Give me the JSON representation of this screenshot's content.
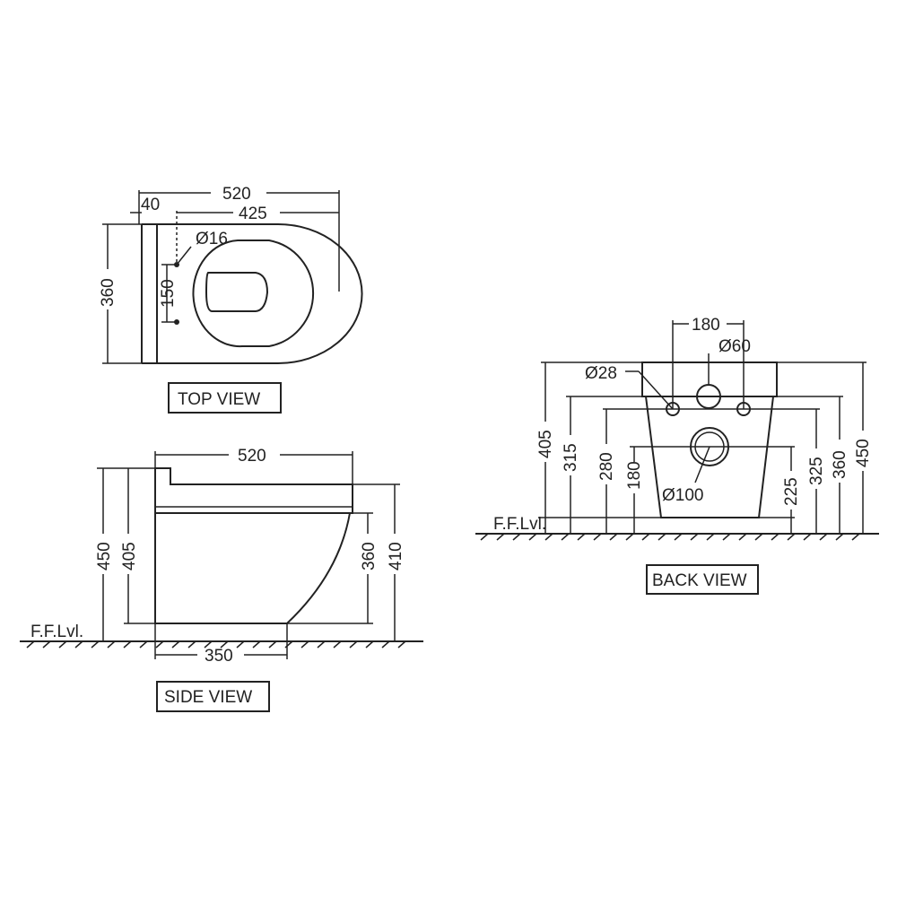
{
  "views": {
    "top": "TOP VIEW",
    "side": "SIDE VIEW",
    "back": "BACK VIEW"
  },
  "floor_label": "F.F.Lvl.",
  "top_dims": {
    "overall_width": "520",
    "offset": "40",
    "bowl_width": "425",
    "depth": "360",
    "bolt_spacing": "150",
    "bolt_diameter": "Ø16"
  },
  "side_dims": {
    "width": "520",
    "base": "350",
    "height_overall": "450",
    "height_rim": "405",
    "height_lower": "360",
    "height_right": "410"
  },
  "back_dims": {
    "hole_spacing": "180",
    "dia_60": "Ø60",
    "dia_28": "Ø28",
    "dia_100": "Ø100",
    "h_405": "405",
    "h_315": "315",
    "h_280": "280",
    "h_180": "180",
    "h_225": "225",
    "h_325": "325",
    "h_360": "360",
    "h_450": "450"
  }
}
